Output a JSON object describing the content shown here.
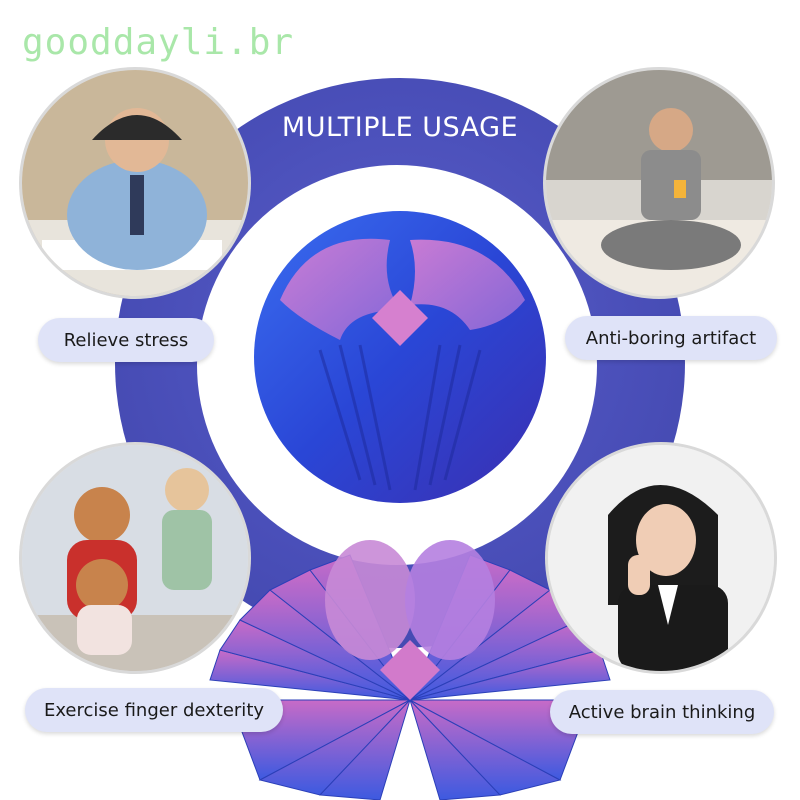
{
  "watermark": "gooddayli.br",
  "title": "MULTIPLE USAGE",
  "usages": [
    {
      "label": "Relieve stress"
    },
    {
      "label": "Anti-boring artifact"
    },
    {
      "label": "Exercise finger dexterity"
    },
    {
      "label": "Active brain thinking"
    }
  ],
  "colors": {
    "ring": "#4a4fb9",
    "pill": "#dfe3f8",
    "product_blue": "#2f4fe0",
    "product_pink": "#c86bc7"
  }
}
